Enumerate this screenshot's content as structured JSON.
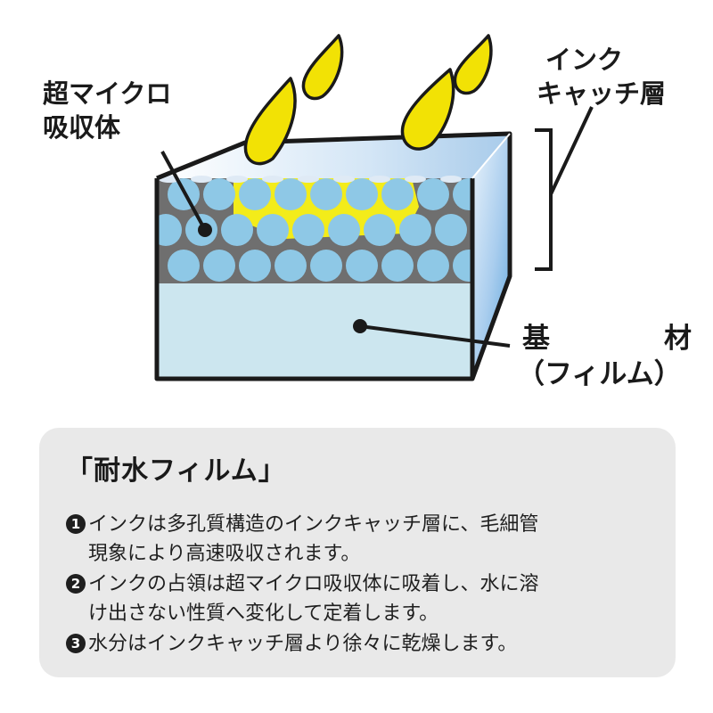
{
  "labels": {
    "micro_absorber_line1": "超マイクロ",
    "micro_absorber_line2": "吸収体",
    "ink_catch_line1": "インク",
    "ink_catch_line2": "キャッチ層",
    "base_char1": "基",
    "base_char2": "材",
    "base_sub": "（フィルム）"
  },
  "panel": {
    "title": "「耐水フィルム」",
    "steps": [
      {
        "num": "1",
        "text": "インクは多孔質構造のインクキャッチ層に、毛細管\n現象により高速吸収されます。"
      },
      {
        "num": "2",
        "text": "インクの占領は超マイクロ吸収体に吸着し、水に溶\nけ出さない性質へ変化して定着します。"
      },
      {
        "num": "3",
        "text": "水分はインクキャッチ層より徐々に乾燥します。"
      }
    ]
  },
  "colors": {
    "outline": "#1a1a1a",
    "ink_drop": "#f2e205",
    "sphere": "#8ec8e6",
    "pore": "#6f6f6f",
    "ink_absorbed": "#f3ec1a",
    "base_film": "#cce6ef",
    "side_face": "#5ea6dc",
    "top_face": "#c7ddf3",
    "panel_bg": "#e9e9e9"
  }
}
